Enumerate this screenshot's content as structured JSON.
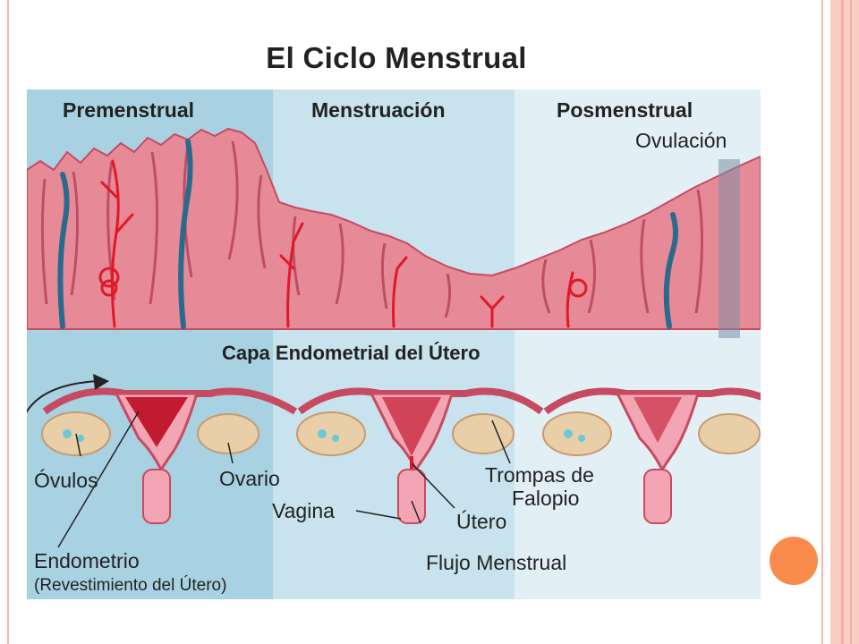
{
  "title": "El Ciclo Menstrual",
  "phases": [
    "Premenstrual",
    "Menstruación",
    "Posmenstrual"
  ],
  "ovulation_label": "Ovulación",
  "section_title": "Capa Endometrial del Útero",
  "labels": {
    "ovulos": "Óvulos",
    "ovario": "Ovario",
    "trompas_1": "Trompas de",
    "trompas_2": "Falopio",
    "vagina": "Vagina",
    "utero": "Útero",
    "endometrio": "Endometrio",
    "revestimiento": "(Revestimiento del Útero)",
    "flujo": "Flujo Menstrual"
  },
  "colors": {
    "panel_dark": "#a8d2e2",
    "panel_mid": "#c8e3ee",
    "panel_light": "#e2f0f6",
    "tissue": "#e78a98",
    "tissue_edge": "#c64a62",
    "artery": "#e01828",
    "vein": "#2a6a8a",
    "accent_dot": "#f98b4c"
  }
}
